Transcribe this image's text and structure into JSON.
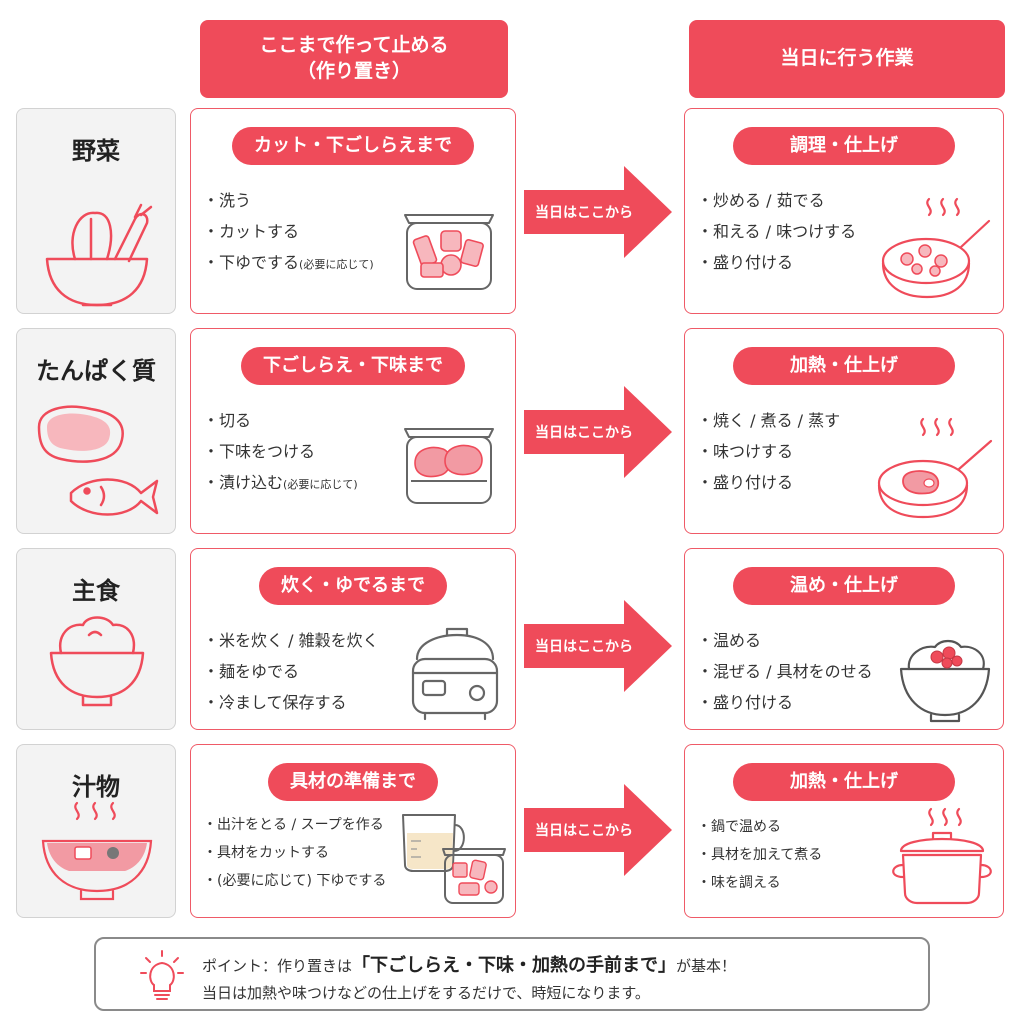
{
  "colors": {
    "accent": "#ef4b5a",
    "border": "#ef5a67",
    "category_bg": "#f3f3f3"
  },
  "headers": {
    "left_line1": "ここまで作って止める",
    "left_line2": "（作り置き）",
    "right": "当日に行う作業"
  },
  "arrow_label": "当日はここから",
  "rows": [
    {
      "category": "野菜",
      "category_icon": "vegetable-bowl-icon",
      "prep_title": "カット・下ごしらえまで",
      "prep_items": [
        "洗う",
        "カットする",
        "下ゆでする"
      ],
      "prep_note": "(必要に応じて)",
      "prep_icon": "container-vegetables-icon",
      "day_title": "調理・仕上げ",
      "day_items": [
        "炒める / 茹でる",
        "和える / 味つけする",
        "盛り付ける"
      ],
      "day_icon": "frying-pan-vegetables-icon"
    },
    {
      "category": "たんぱく質",
      "category_icon": "meat-fish-icon",
      "prep_title": "下ごしらえ・下味まで",
      "prep_items": [
        "切る",
        "下味をつける",
        "漬け込む"
      ],
      "prep_note": "(必要に応じて)",
      "prep_icon": "container-meat-icon",
      "day_title": "加熱・仕上げ",
      "day_items": [
        "焼く / 煮る / 蒸す",
        "味つけする",
        "盛り付ける"
      ],
      "day_icon": "frying-pan-meat-icon"
    },
    {
      "category": "主食",
      "category_icon": "rice-bowl-icon",
      "prep_title": "炊く・ゆでるまで",
      "prep_items": [
        "米を炊く / 雑穀を炊く",
        "麺をゆでる",
        "冷まして保存する"
      ],
      "prep_icon": "rice-cooker-icon",
      "day_title": "温め・仕上げ",
      "day_items": [
        "温める",
        "混ぜる / 具材をのせる",
        "盛り付ける"
      ],
      "day_icon": "rice-bowl-topping-icon"
    },
    {
      "category": "汁物",
      "category_icon": "soup-bowl-icon",
      "prep_title": "具材の準備まで",
      "prep_items": [
        "出汁をとる / スープを作る",
        "具材をカットする",
        "(必要に応じて) 下ゆでする"
      ],
      "prep_icon": "measuring-cup-container-icon",
      "day_title": "加熱・仕上げ",
      "day_items": [
        "鍋で温める",
        "具材を加えて煮る",
        "味を調える"
      ],
      "day_icon": "pot-icon"
    }
  ],
  "tip": {
    "icon": "lightbulb-icon",
    "prefix": "ポイント：作り置きは",
    "highlight": "「下ごしらえ・下味・加熱の手前まで」",
    "suffix": "が基本！",
    "line2": "当日は加熱や味つけなどの仕上げをするだけで、時短になります。"
  }
}
